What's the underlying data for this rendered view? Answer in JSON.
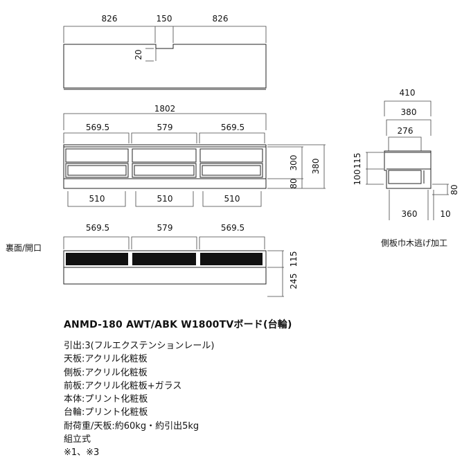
{
  "top_view": {
    "dims": [
      "826",
      "150",
      "826"
    ],
    "notch": "20"
  },
  "front_view": {
    "overall_width": "1802",
    "front_widths": [
      "569.5",
      "579",
      "569.5"
    ],
    "drawer_widths": [
      "510",
      "510",
      "510"
    ],
    "heights": [
      "300",
      "80",
      "380"
    ]
  },
  "back_view": {
    "label": "裏面/開口",
    "widths": [
      "569.5",
      "579",
      "569.5"
    ],
    "heights": [
      "115",
      "245"
    ]
  },
  "side_view": {
    "top_dims": [
      "410",
      "380",
      "276"
    ],
    "left_dims": [
      "115",
      "100"
    ],
    "right_dims": [
      "80"
    ],
    "bottom_dims": [
      "360",
      "10"
    ],
    "caption": "側板巾木逃げ加工"
  },
  "spec": {
    "title": "ANMD-180 AWT/ABK W1800TVボード(台輪)",
    "lines": [
      "引出:3(フルエクステンションレール)",
      "天板:アクリル化粧板",
      "側板:アクリル化粧板",
      "前板:アクリル化粧板+ガラス",
      "本体:プリント化粧板",
      "台輪:プリント化粧板",
      "耐荷重/天板:約60kg・約引出5kg",
      "組立式",
      "※1、※3"
    ]
  }
}
